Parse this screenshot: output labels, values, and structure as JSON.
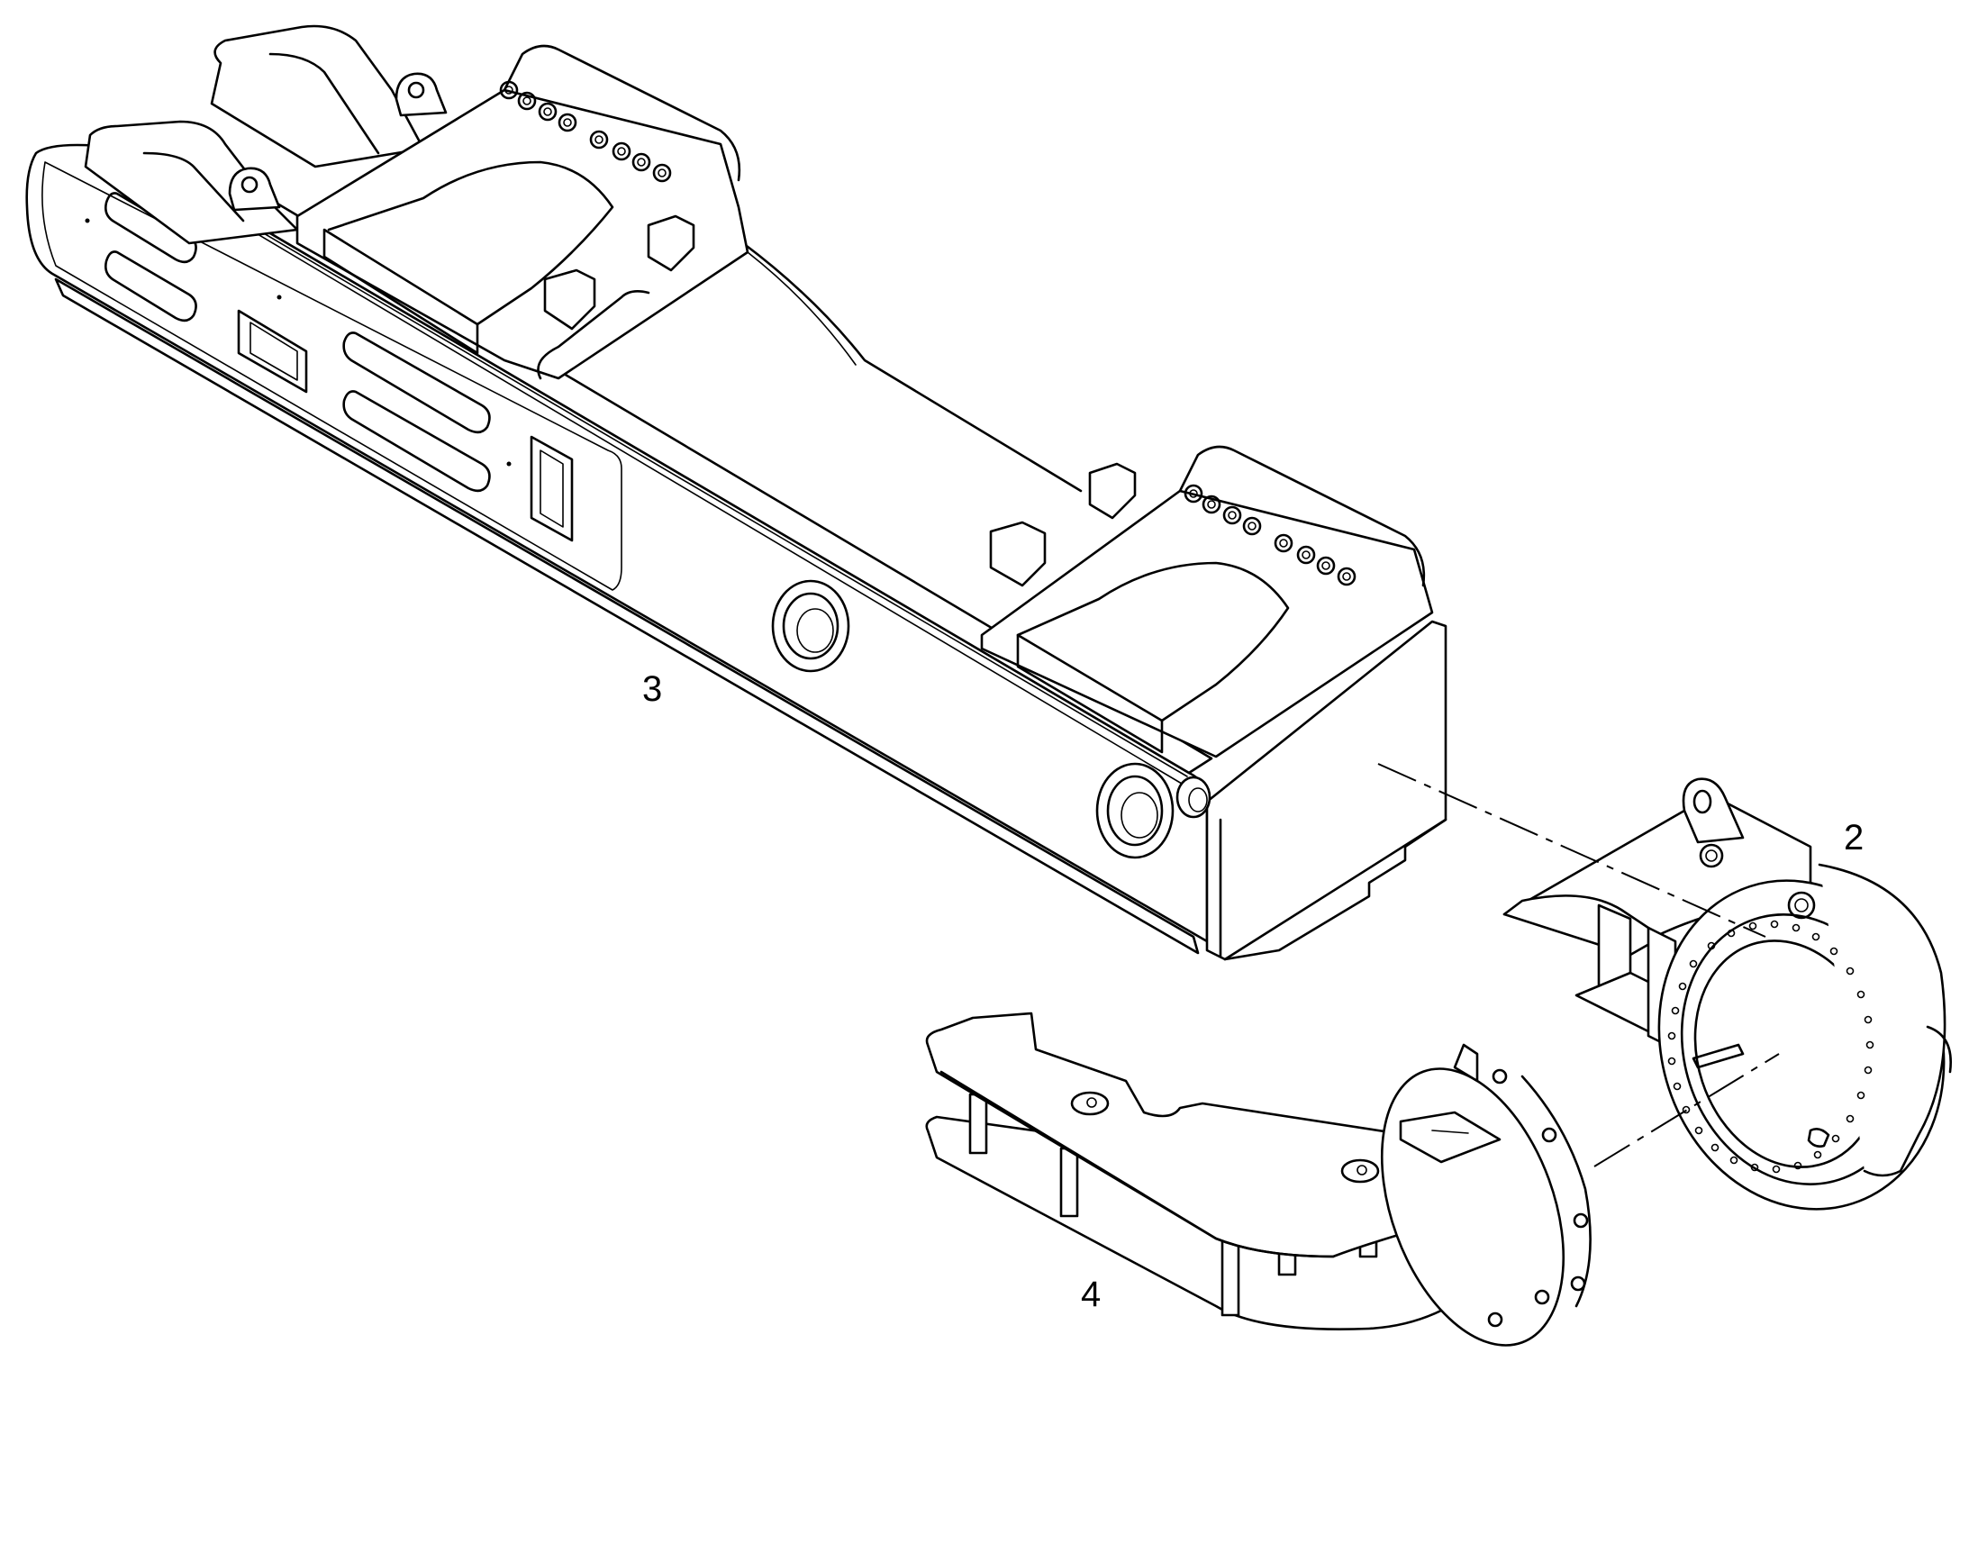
{
  "callouts": [
    {
      "id": "part-3",
      "label": "3"
    },
    {
      "id": "part-2",
      "label": "2"
    },
    {
      "id": "part-4",
      "label": "4"
    }
  ],
  "colors": {
    "line": "#000000",
    "background": "#ffffff"
  }
}
